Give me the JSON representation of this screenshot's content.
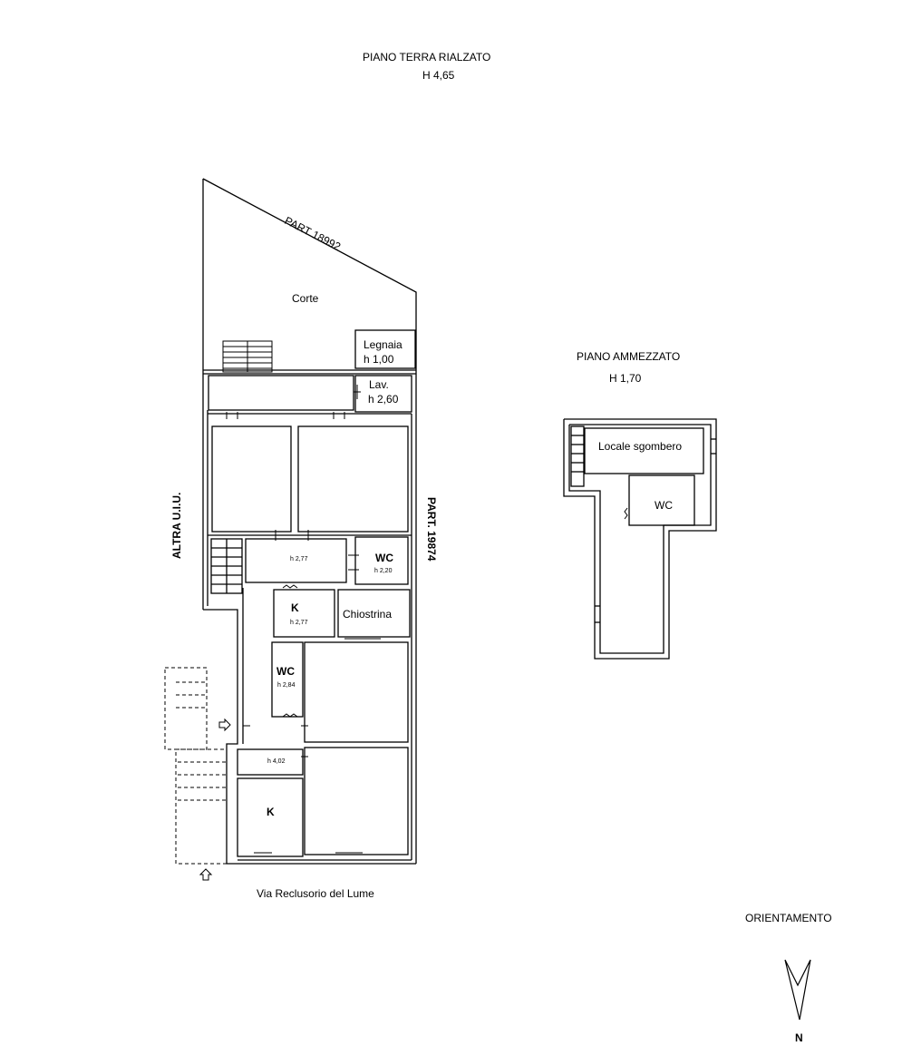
{
  "title": {
    "floor": "PIANO TERRA RIALZATO",
    "height": "H 4,65"
  },
  "mezzanine": {
    "floor": "PIANO AMMEZZATO",
    "height": "H 1,70",
    "rooms": {
      "storage": "Locale sgombero",
      "wc": "WC"
    }
  },
  "boundaries": {
    "north": "PART 18992",
    "east": "PART. 19874",
    "west": "ALTRA U.I.U.",
    "street": "Via Reclusorio del Lume"
  },
  "rooms": {
    "courtyard": "Corte",
    "woodshed": "Legnaia",
    "woodshed_h": "h 1,00",
    "laundry": "Lav.",
    "laundry_h": "h 2,60",
    "hall_h": "h 2,77",
    "wc1": "WC",
    "wc1_h": "h 2,20",
    "kitchen1": "K",
    "kitchen1_h": "h 2,77",
    "lightwell": "Chiostrina",
    "wc2": "WC",
    "wc2_h": "h 2,84",
    "corridor_h": "h 4,02",
    "kitchen2": "K"
  },
  "orientation": {
    "label": "ORIENTAMENTO",
    "north": "N"
  }
}
